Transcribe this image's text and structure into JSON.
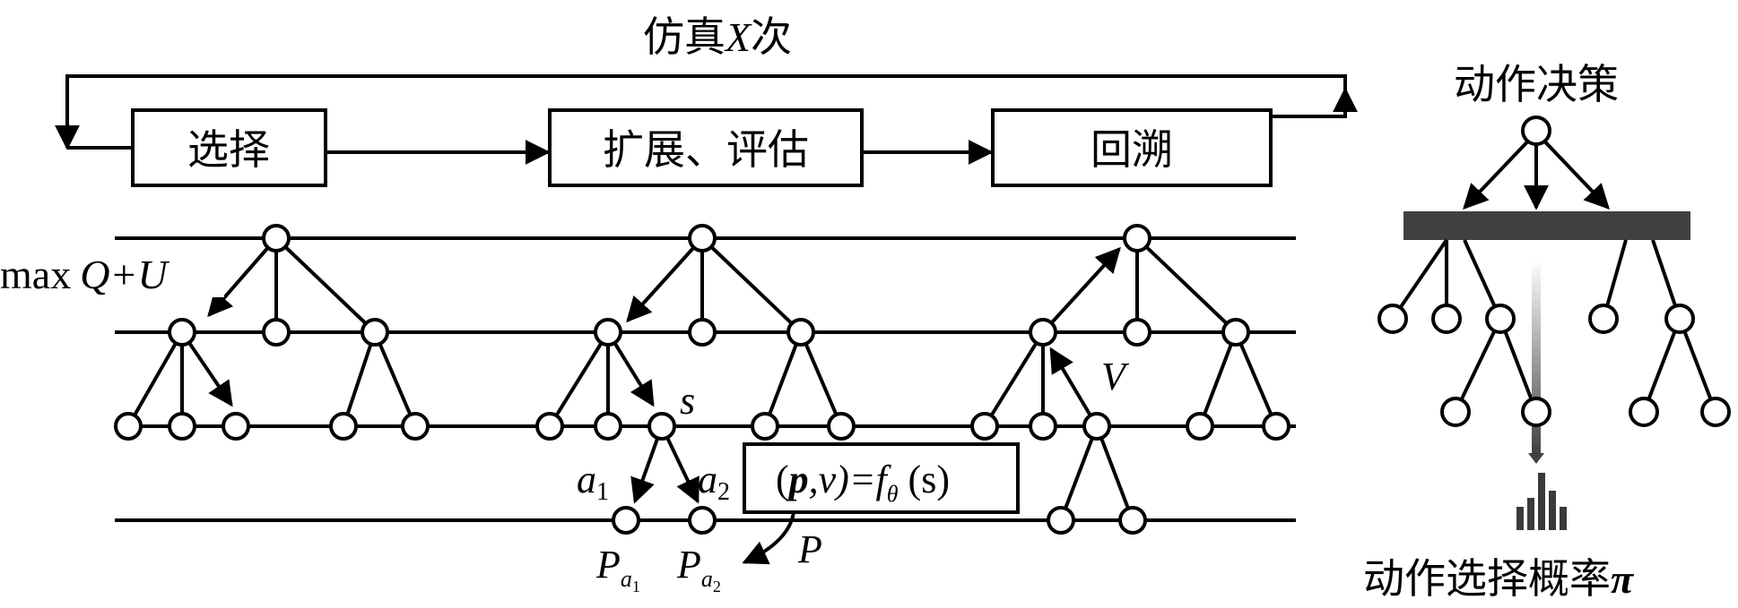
{
  "loop": {
    "title": "仿真X次",
    "title_prefix": "仿真",
    "title_var": "X",
    "title_suffix": "次"
  },
  "steps": [
    {
      "label": "选择"
    },
    {
      "label": "扩展、评估"
    },
    {
      "label": "回溯"
    }
  ],
  "labels": {
    "max_prefix": "max",
    "q_plus_u": "Q+U",
    "s": "s",
    "a1": "a",
    "a1_sub": "1",
    "a2": "a",
    "a2_sub": "2",
    "V": "V",
    "P": "P",
    "Pa1_main": "P",
    "Pa1_sub": "a",
    "Pa1_subsub": "1",
    "Pa2_main": "P",
    "Pa2_sub": "a",
    "Pa2_subsub": "2",
    "formula_open": "(",
    "formula_p": "p",
    "formula_comma_v": ",v)=",
    "formula_f": "f",
    "formula_theta": "θ",
    "formula_arg": " (s)"
  },
  "decision": {
    "title": "动作决策",
    "prob_label_text": "动作选择概率",
    "prob_symbol": "π"
  },
  "colors": {
    "line": "#000000",
    "bar": "#404040",
    "hist": "#3a3a3a"
  }
}
